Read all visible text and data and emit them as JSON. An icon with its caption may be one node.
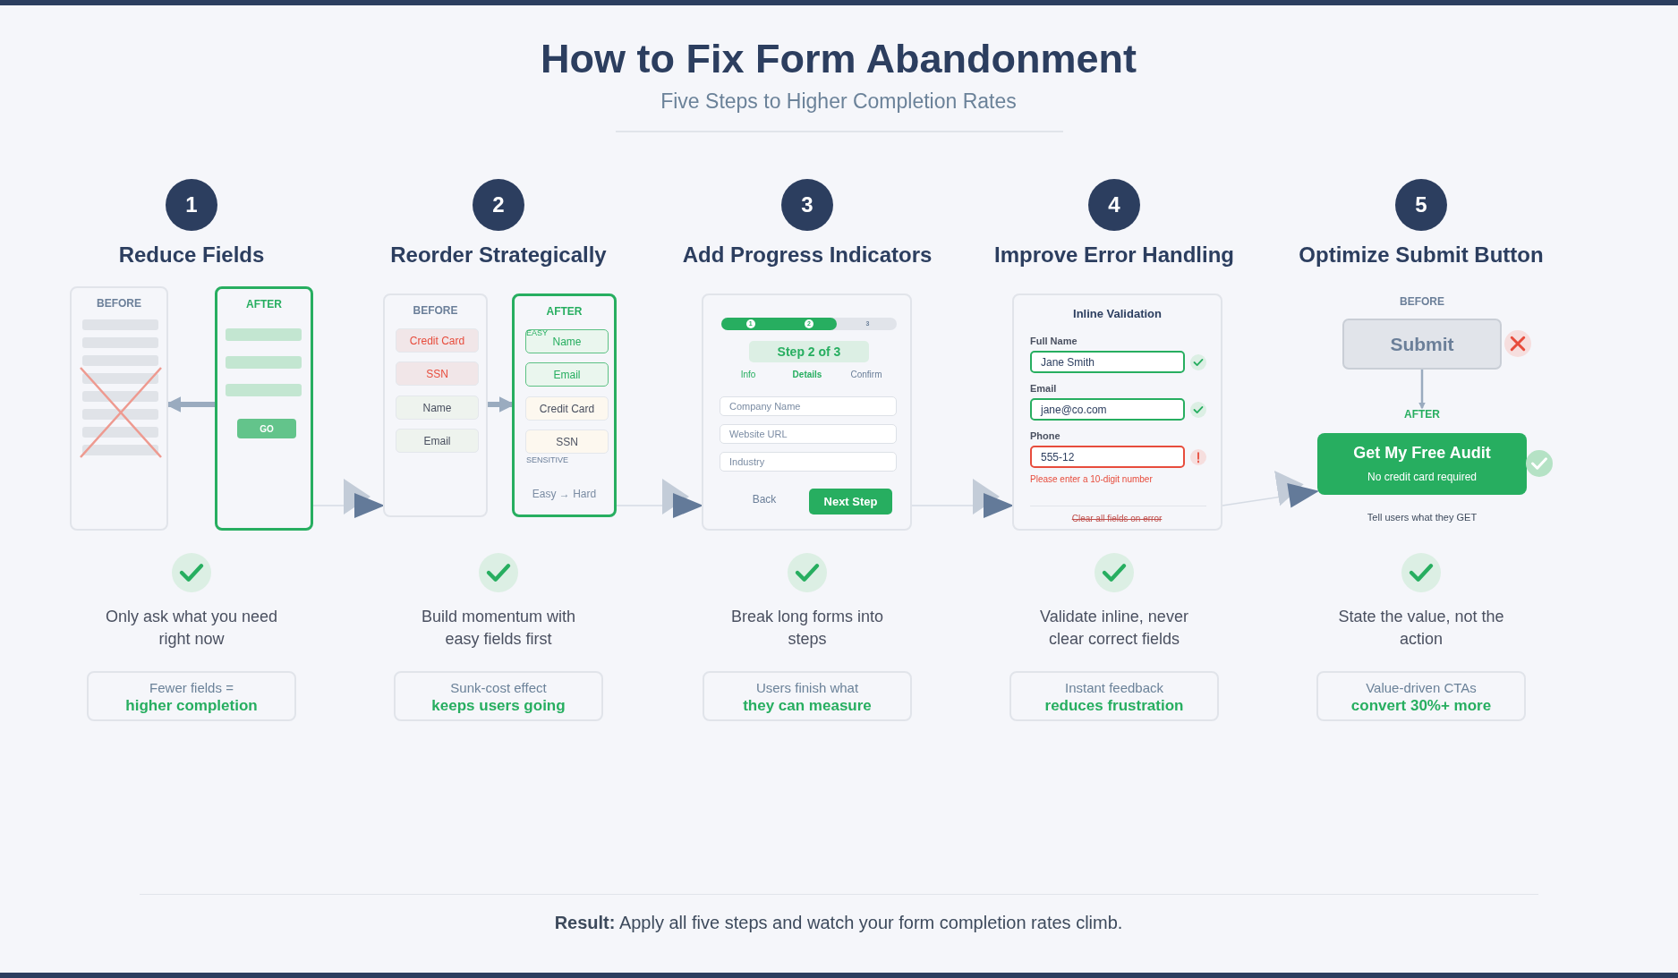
{
  "diagram": {
    "title": "How to Fix Form Abandonment",
    "caption": "**Result:** Apply all five steps and watch your form completion rates climb.",
    "nodes": [
      {
        "text": [
          "1",
          "Reduce Fields"
        ]
      },
      {
        "text": [
          "BEFORE"
        ]
      },
      {
        "text": [
          "AFTER"
        ]
      },
      {
        "text": [
          "GO"
        ],
        "in": 2
      },
      {
        "text": [
          "2",
          "Reorder Strategically"
        ]
      },
      {
        "text": [
          "BEFORE"
        ]
      },
      {
        "text": [
          "Credit Card"
        ],
        "in": 5
      },
      {
        "text": [
          "SSN"
        ],
        "in": 5
      },
      {
        "text": [
          "Name"
        ],
        "in": 5
      },
      {
        "text": [
          "Email"
        ],
        "in": 5
      },
      {
        "text": [
          "AFTER",
          "Easy → Hard"
        ]
      },
      {
        "text": [
          "EASY",
          "Name"
        ],
        "in": 10
      },
      {
        "text": [
          "Email"
        ],
        "in": 10
      },
      {
        "text": [
          "Credit Card"
        ],
        "in": 10
      },
      {
        "text": [
          "SSN"
        ],
        "in": 10,
        "beside": [
          "SENSITIVE"
        ]
      },
      {
        "text": [
          "3",
          "Add Progress Indicators"
        ]
      },
      {
        "text": [],
        "shape": "box"
      },
      {
        "text": [
          "1",
          "2",
          "3"
        ],
        "in": 16
      },
      {
        "text": [
          "Step 2 of 3"
        ],
        "in": 16
      },
      {
        "text": [
          "Company Name"
        ],
        "in": 16
      },
      {
        "text": [
          "Website URL"
        ],
        "in": 16
      },
      {
        "text": [
          "Industry"
        ],
        "in": 16
      },
      {
        "text": [
          "Next Step"
        ],
        "in": 16
      },
      {
        "text": [
          "4",
          "Improve Error Handling"
        ]
      },
      {
        "text": [
          "Inline Validation",
          "Clear all fields on error"
        ]
      },
      {
        "text": [
          "Full Name",
          "Jane Smith"
        ],
        "in": 24
      },
      {
        "text": [
          "Email",
          "jane@co.com"
        ],
        "in": 24
      },
      {
        "text": [
          "Phone",
          "555-12"
        ],
        "in": 24,
        "beside": [
          "Please enter a 10-digit number"
        ]
      },
      {
        "text": [
          "5",
          "Optimize Submit Button"
        ]
      },
      {
        "text": [
          "BEFORE",
          "Submit"
        ]
      },
      {
        "text": [
          "AFTER",
          "Get My Free Audit",
          "No credit card required"
        ],
        "beside": [
          "Tell users what they GET"
        ]
      },
      {
        "text": [
          "Fewer fields =",
          "higher completion"
        ]
      },
      {
        "text": [
          "Sunk-cost effect",
          "keeps users going"
        ]
      },
      {
        "text": [
          "Users finish what",
          "they can measure"
        ]
      },
      {
        "text": [
          "Instant feedback",
          "reduces frustration"
        ]
      },
      {
        "text": [
          "Value-driven CTAs",
          "convert 30%+ more"
        ]
      }
    ],
    "edges": [
      {
        "from": 2,
        "to": 1,
        "arrow": "to",
        "style": "thick"
      },
      {
        "from": 2,
        "to": 5,
        "arrow": "to"
      },
      {
        "from": 5,
        "to": 10,
        "arrow": "to",
        "style": "thick"
      },
      {
        "from": 10,
        "to": 16,
        "arrow": "to"
      },
      {
        "from": 16,
        "to": 24,
        "arrow": "to"
      },
      {
        "from": 24,
        "to": 30,
        "arrow": "to"
      },
      {
        "from": 29,
        "to": 30,
        "arrow": "to"
      }
    ],
    "labels": [
      "Five Steps to Higher Completion Rates",
      "Info",
      "Details",
      "Confirm",
      "Back",
      "Only ask what you need right now",
      "Build momentum with easy fields first",
      "Break long forms into steps",
      "Validate inline, never clear correct fields",
      "State the value, not the action"
    ]
  }
}
